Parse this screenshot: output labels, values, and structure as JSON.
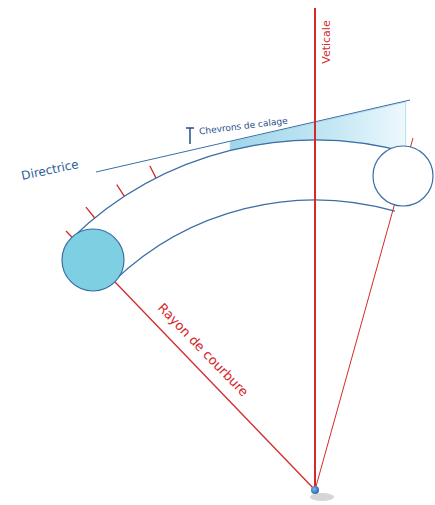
{
  "diagram": {
    "labels": [
      "Directrice",
      "Veticale",
      "Chevrons de calage",
      "Rayon de courbure"
    ]
  }
}
